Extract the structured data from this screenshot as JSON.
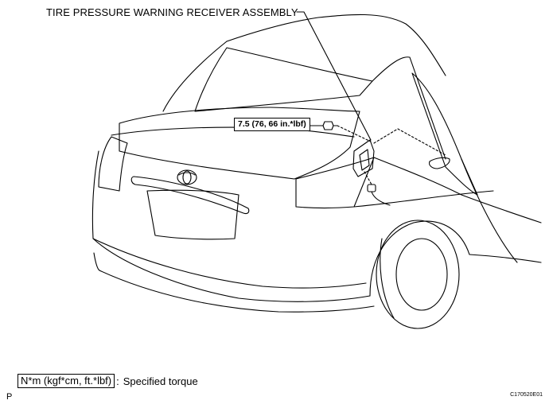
{
  "callout": {
    "title": "TIRE PRESSURE WARNING RECEIVER ASSEMBLY",
    "torque": "7.5 (76, 66 in.*lbf)"
  },
  "legend": {
    "key": "N*m (kgf*cm, ft.*lbf)",
    "separator": ":",
    "description": "Specified torque"
  },
  "footer": {
    "page_mark": "P",
    "figure_id": "C170520E01"
  },
  "colors": {
    "line": "#000000",
    "background": "#ffffff"
  }
}
